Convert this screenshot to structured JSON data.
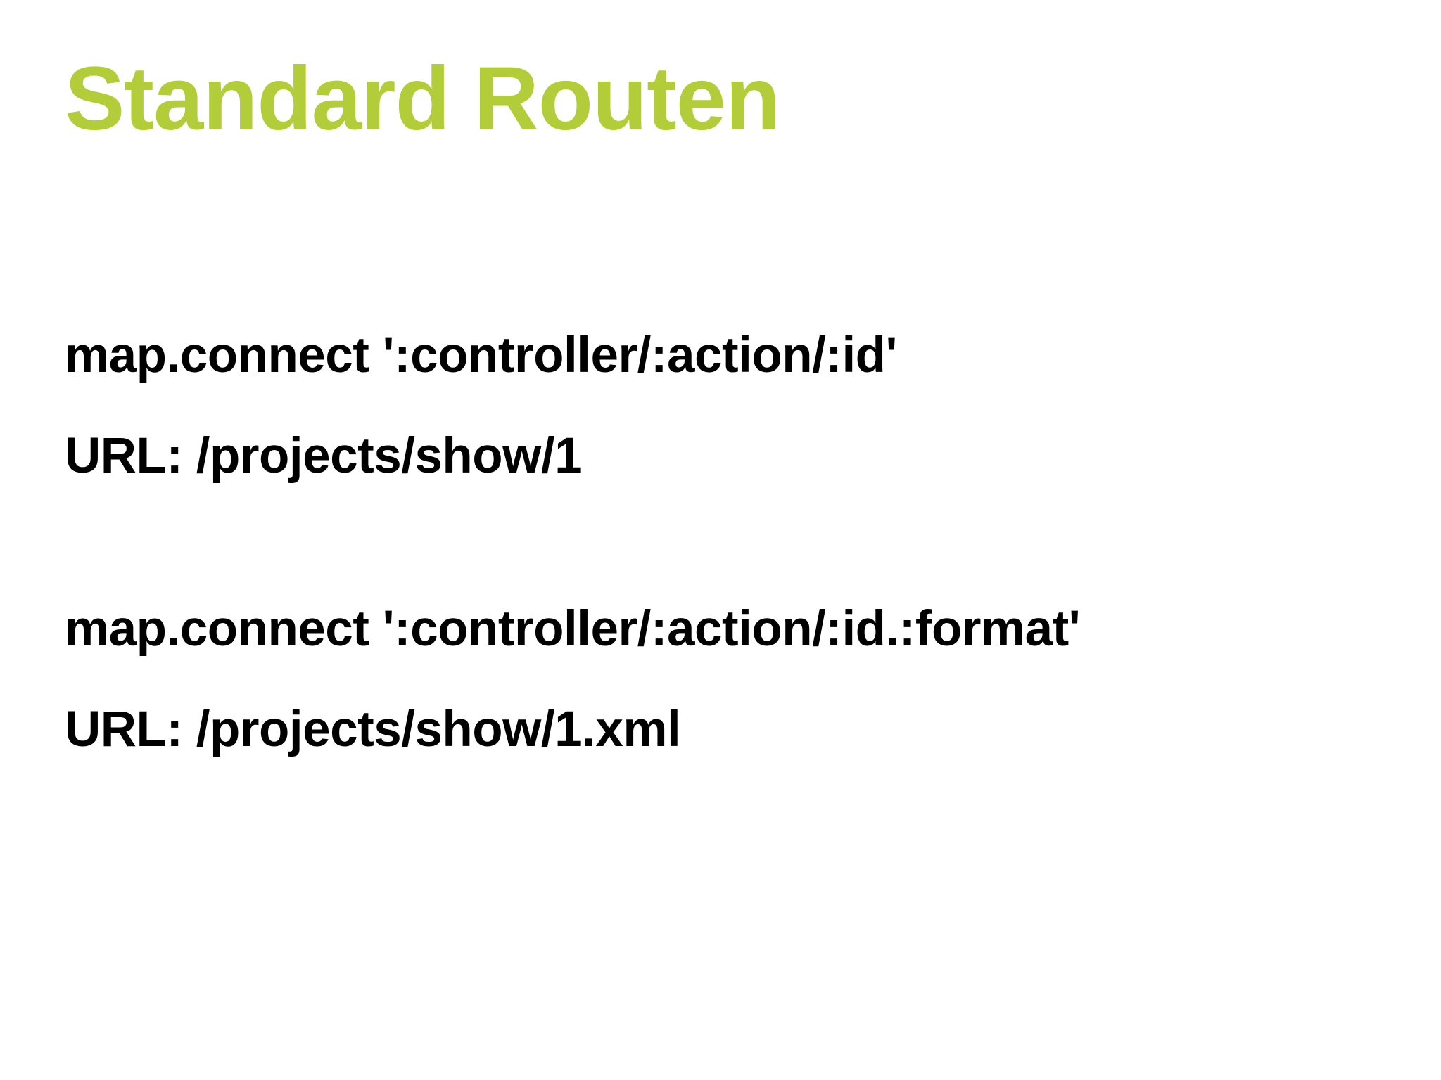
{
  "slide": {
    "title": "Standard Routen",
    "title_color": "#b2cd39",
    "text_color": "#000000",
    "background_color": "#ffffff"
  },
  "routes": [
    {
      "code": "map.connect ':controller/:action/:id'",
      "url": "URL: /projects/show/1"
    },
    {
      "code": "map.connect ':controller/:action/:id.:format'",
      "url": "URL: /projects/show/1.xml"
    }
  ]
}
